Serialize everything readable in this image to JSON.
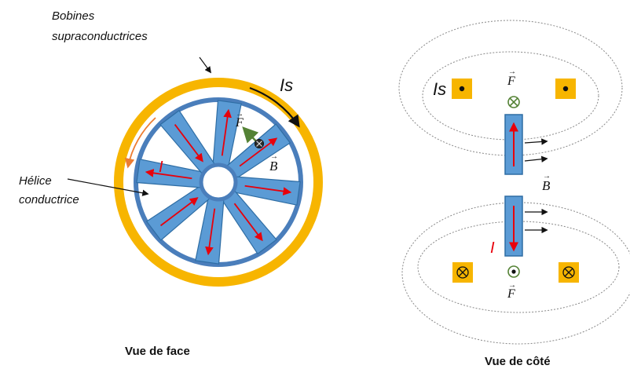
{
  "front": {
    "coil_label_line1": "Bobines",
    "coil_label_line2": "supraconductrices",
    "helix_label_line1": "Hélice",
    "helix_label_line2": "conductrice",
    "current_s": "Is",
    "current_i": "I",
    "force": "F",
    "field": "B",
    "caption": "Vue de face"
  },
  "side": {
    "current_s": "Is",
    "current_i": "I",
    "force_top": "F",
    "force_bottom": "F",
    "field": "B",
    "caption": "Vue de côté"
  },
  "colors": {
    "coil": "#F7B500",
    "blade": "#5B9BD5",
    "blade_stroke": "#2E6DA4",
    "hub": "#4A7EBB",
    "current_arrow": "#E8000B",
    "force_arrow": "#548235",
    "is_arrow": "#ED7D31"
  }
}
